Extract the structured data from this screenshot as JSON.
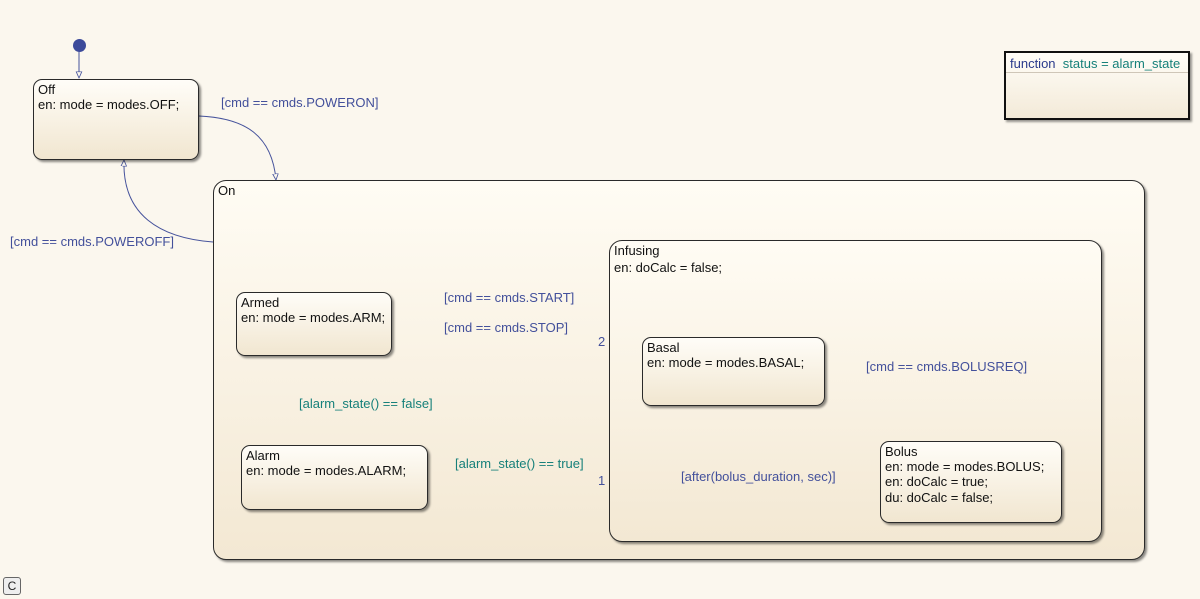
{
  "states": {
    "off": {
      "name": "Off",
      "lines": [
        "en: mode = modes.OFF;"
      ]
    },
    "on": {
      "name": "On"
    },
    "armed": {
      "name": "Armed",
      "lines": [
        "en: mode = modes.ARM;"
      ]
    },
    "alarm": {
      "name": "Alarm",
      "lines": [
        "en: mode = modes.ALARM;"
      ]
    },
    "infusing": {
      "name": "Infusing",
      "lines": [
        "en: doCalc = false;"
      ]
    },
    "basal": {
      "name": "Basal",
      "lines": [
        "en: mode = modes.BASAL;"
      ]
    },
    "bolus": {
      "name": "Bolus",
      "lines": [
        "en: mode = modes.BOLUS;",
        "en: doCalc = true;",
        "du: doCalc = false;"
      ]
    }
  },
  "transitions": {
    "power_on": "[cmd == cmds.POWERON]",
    "power_off": "[cmd == cmds.POWEROFF]",
    "start": "[cmd == cmds.START]",
    "stop": "[cmd == cmds.STOP]",
    "alarm_false": "[alarm_state() == false]",
    "alarm_true": "[alarm_state() == true]",
    "bolus_req": "[cmd == cmds.BOLUSREQ]",
    "after_bolus": "[after(bolus_duration, sec)]",
    "priority_stop": "2",
    "priority_alarm": "1"
  },
  "function_box": {
    "keyword": "function",
    "signature": "status = alarm_state"
  },
  "badge": "C",
  "colors": {
    "wire": "#46539c",
    "dot": "#3c4a9a",
    "condition": "#43509b",
    "function_call": "#16807a"
  }
}
